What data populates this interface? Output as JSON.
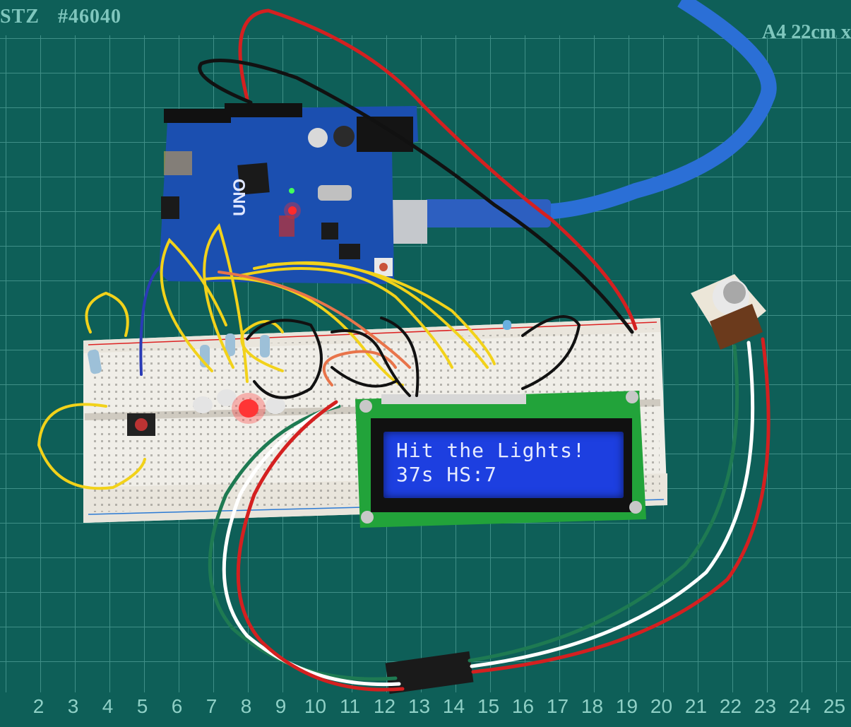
{
  "mat": {
    "brand_text": "STZ",
    "model_text": "#46040",
    "size_text": "A4 22cm x",
    "ruler_ticks": [
      "2",
      "3",
      "4",
      "5",
      "6",
      "7",
      "8",
      "9",
      "10",
      "11",
      "12",
      "13",
      "14",
      "15",
      "16",
      "17",
      "18",
      "19",
      "20",
      "21",
      "22",
      "23",
      "24",
      "25"
    ]
  },
  "lcd": {
    "line1": "Hit the Lights!",
    "line2": "37s HS:7"
  },
  "arduino": {
    "label": "UNO"
  },
  "colors": {
    "mat": "#0e5f58",
    "grid": "#3f8f87",
    "board_blue": "#1b4fb0",
    "lcd_blue": "#1d3fe0",
    "pcb_green": "#22a33a",
    "breadboard": "#f0eee8",
    "wire_yellow": "#f2d21a",
    "wire_red": "#d42020",
    "wire_black": "#111111",
    "wire_orange": "#e8744a",
    "wire_green": "#1e7a52",
    "wire_blue": "#2a3bb6",
    "usb_blue": "#2b6fd6"
  }
}
